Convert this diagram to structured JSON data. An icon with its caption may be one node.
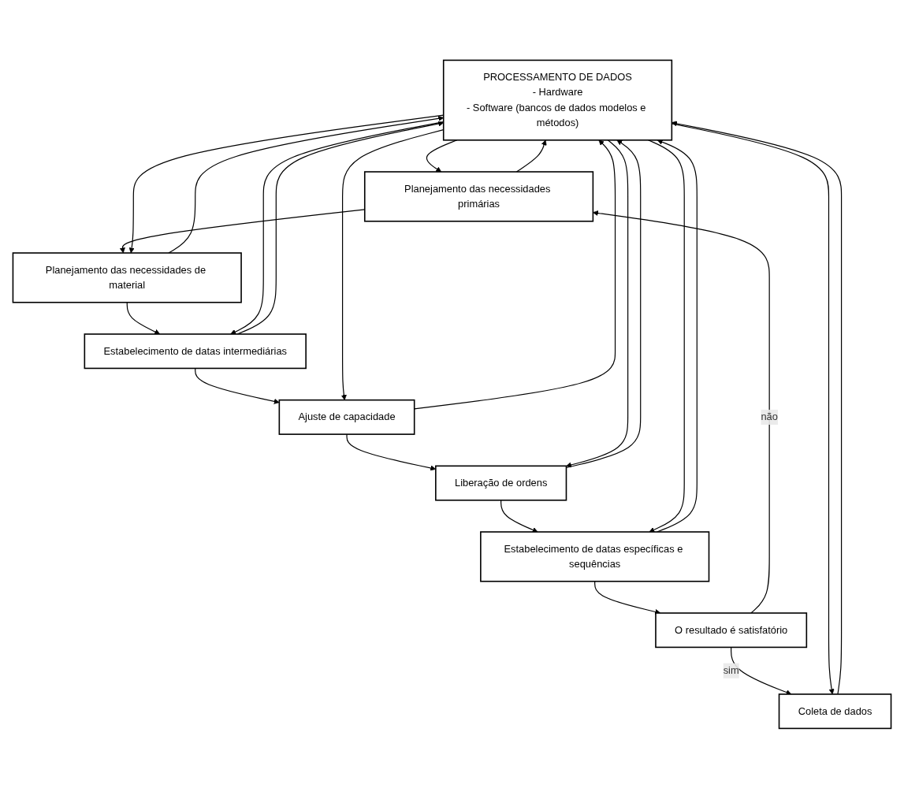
{
  "diagram": {
    "nodes": [
      {
        "text": [
          "PROCESSAMENTO DE DADOS",
          "- Hardware",
          "- Software (bancos de dados modelos e métodos)"
        ]
      },
      {
        "text": [
          "Planejamento das necessidades primárias"
        ]
      },
      {
        "text": [
          "Planejamento das necessidades de material"
        ]
      },
      {
        "text": [
          "Estabelecimento de datas intermediárias"
        ]
      },
      {
        "text": [
          "Ajuste de capacidade"
        ]
      },
      {
        "text": [
          "Liberação de ordens"
        ]
      },
      {
        "text": [
          "Estabelecimento de datas específicas e sequências"
        ]
      },
      {
        "text": [
          "O resultado é satisfatório"
        ]
      },
      {
        "text": [
          "Coleta de dados"
        ]
      }
    ],
    "edges": [
      {
        "from": 1,
        "to": 0,
        "arrow": "to"
      },
      {
        "from": 0,
        "to": 1,
        "arrow": "to"
      },
      {
        "from": 1,
        "to": 2,
        "arrow": "to"
      },
      {
        "from": 2,
        "to": 0,
        "arrow": "to"
      },
      {
        "from": 0,
        "to": 2,
        "arrow": "to"
      },
      {
        "from": 2,
        "to": 3,
        "arrow": "to"
      },
      {
        "from": 3,
        "to": 0,
        "arrow": "to"
      },
      {
        "from": 0,
        "to": 3,
        "arrow": "to"
      },
      {
        "from": 3,
        "to": 4,
        "arrow": "to"
      },
      {
        "from": 4,
        "to": 0,
        "arrow": "to"
      },
      {
        "from": 0,
        "to": 4,
        "arrow": "to"
      },
      {
        "from": 4,
        "to": 5,
        "arrow": "to"
      },
      {
        "from": 5,
        "to": 0,
        "arrow": "to"
      },
      {
        "from": 0,
        "to": 5,
        "arrow": "to"
      },
      {
        "from": 5,
        "to": 6,
        "arrow": "to"
      },
      {
        "from": 6,
        "to": 0,
        "arrow": "to"
      },
      {
        "from": 0,
        "to": 6,
        "arrow": "to"
      },
      {
        "from": 6,
        "to": 7,
        "arrow": "to"
      },
      {
        "from": 7,
        "to": 1,
        "arrow": "to",
        "label": "não"
      },
      {
        "from": 7,
        "to": 8,
        "arrow": "to",
        "label": "sim"
      },
      {
        "from": 8,
        "to": 0,
        "arrow": "to"
      },
      {
        "from": 0,
        "to": 8,
        "arrow": "to"
      }
    ]
  }
}
